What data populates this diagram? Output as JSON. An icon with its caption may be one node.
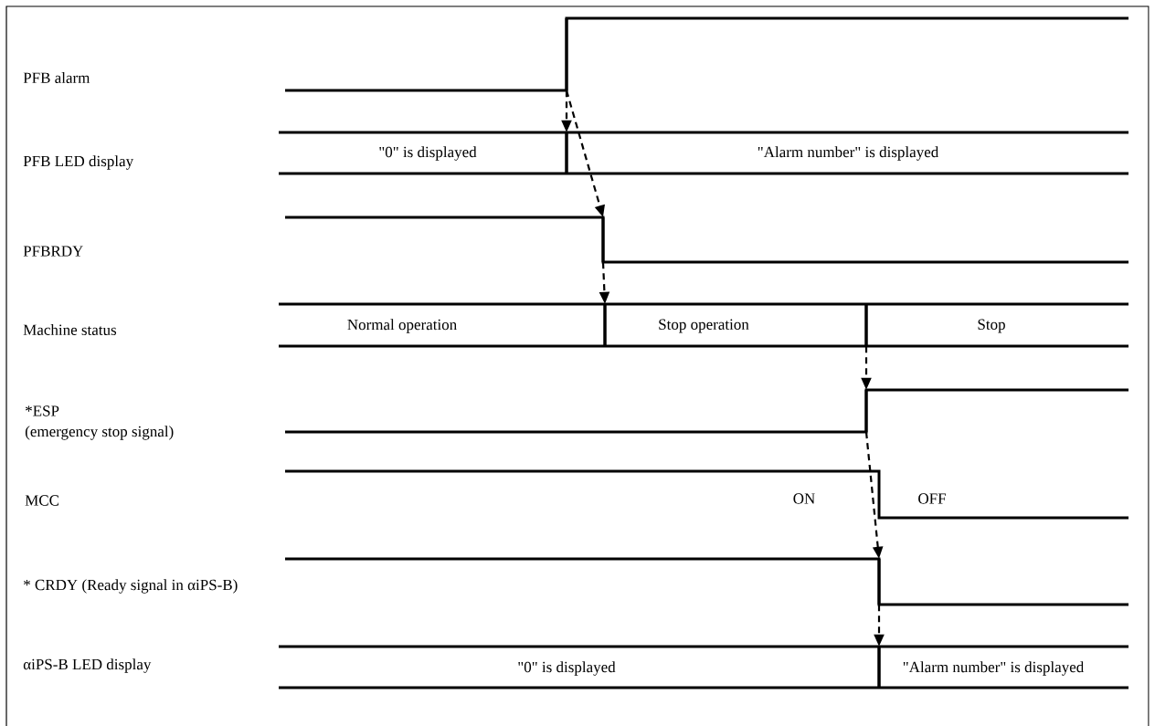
{
  "diagram": {
    "nodes": [
      {
        "text": [],
        "shape": "bar"
      },
      {
        "text": [],
        "shape": "bar"
      },
      {
        "text": [],
        "shape": "bar"
      },
      {
        "text": [],
        "shape": "bar"
      },
      {
        "text": [],
        "shape": "bar"
      },
      {
        "text": [],
        "shape": "bar"
      },
      {
        "text": [],
        "shape": "bar"
      },
      {
        "text": [],
        "shape": "bar"
      }
    ],
    "edges": [
      {
        "from": 0,
        "to": 1,
        "arrow": "to",
        "style": "dashed"
      },
      {
        "from": 0,
        "to": 2,
        "arrow": "to",
        "style": "dashed"
      },
      {
        "from": 2,
        "to": 3,
        "arrow": "to",
        "style": "dashed"
      },
      {
        "from": 4,
        "to": 5,
        "arrow": "to",
        "style": "dashed"
      },
      {
        "from": 5,
        "to": 6,
        "arrow": "to",
        "style": "dashed"
      },
      {
        "from": 6,
        "to": 7,
        "arrow": "to",
        "style": "dashed"
      }
    ],
    "labels": [
      "PFB alarm",
      "PFB LED display",
      "\"0\" is displayed",
      "\"Alarm number\" is displayed",
      "PFBRDY",
      "Machine status",
      "Normal operation",
      "Stop operation",
      "Stop",
      "*ESP",
      "(emergency stop signal)",
      "MCC",
      "ON",
      "OFF",
      "* CRDY (Ready signal in αiPS-B)",
      "αiPS-B LED display",
      "\"0\" is displayed",
      "\"Alarm number\" is displayed"
    ]
  }
}
